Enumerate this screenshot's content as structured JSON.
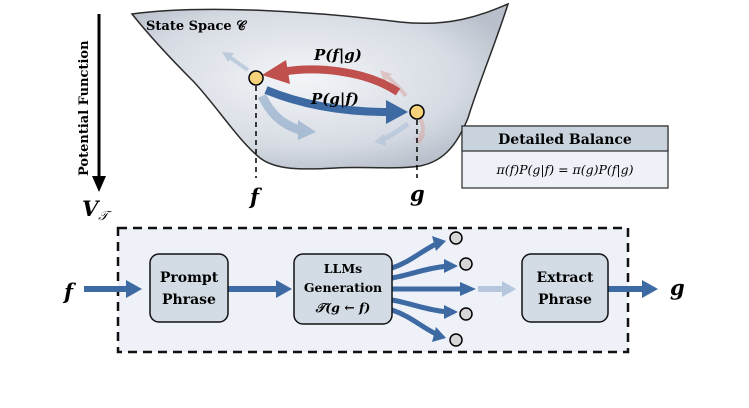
{
  "axis": {
    "label": "Potential Function",
    "symbol": "V",
    "symbol_sub": "𝒯"
  },
  "state_space": {
    "title": "State Space 𝒞",
    "point_f_label": "f",
    "point_g_label": "g",
    "arrow_top_label": "P(f|g)",
    "arrow_bottom_label": "P(g|f)"
  },
  "balance_box": {
    "title": "Detailed Balance",
    "equation": "π(f)P(g|f) = π(g)P(f|g)"
  },
  "pipeline": {
    "input_label": "f",
    "output_label": "g",
    "prompt_box": [
      "Prompt",
      "Phrase"
    ],
    "llm_box": [
      "LLMs",
      "Generation",
      "𝒯(g ← f)"
    ],
    "extract_box": [
      "Extract",
      "Phrase"
    ]
  },
  "colors": {
    "red_arrow": "#c0504d",
    "blue_arrow": "#3d6aa3",
    "box_fill": "#d3dce5",
    "frame_fill": "#eef1f8",
    "point_fill": "#f6d27a"
  }
}
